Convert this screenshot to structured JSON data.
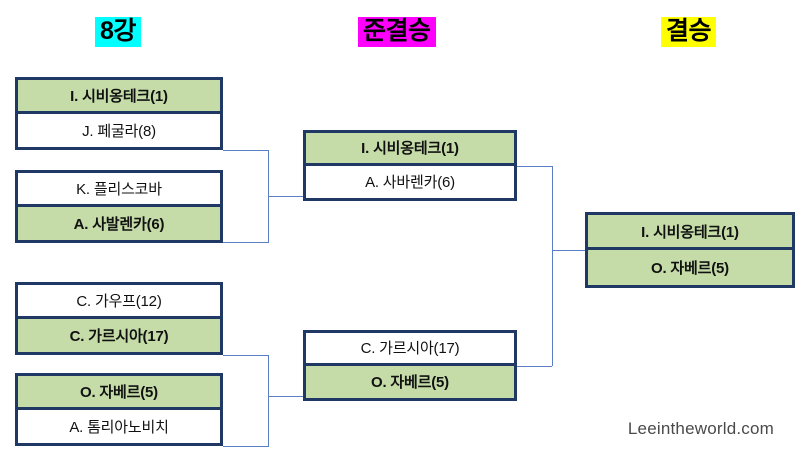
{
  "rounds": {
    "quarterfinal_label": "8강",
    "semifinal_label": "준결승",
    "final_label": "결승"
  },
  "colors": {
    "qf_label_bg": "#00FFFF",
    "sf_label_bg": "#FF00FF",
    "final_label_bg": "#FFFF00",
    "winner_fill": "#C5DCA8",
    "loser_fill": "#FFFFFF",
    "box_border": "#1F3864",
    "connector": "#5B7FC7"
  },
  "quarterfinals": [
    {
      "top": {
        "name": "I. 시비옹테크(1)",
        "winner": true
      },
      "bottom": {
        "name": "J. 페굴라(8)",
        "winner": false
      }
    },
    {
      "top": {
        "name": "K. 플리스코바",
        "winner": false
      },
      "bottom": {
        "name": "A. 사발렌카(6)",
        "winner": true
      }
    },
    {
      "top": {
        "name": "C. 가우프(12)",
        "winner": false
      },
      "bottom": {
        "name": "C. 가르시아(17)",
        "winner": true
      }
    },
    {
      "top": {
        "name": "O. 자베르(5)",
        "winner": true
      },
      "bottom": {
        "name": "A. 톰리아노비치",
        "winner": false
      }
    }
  ],
  "semifinals": [
    {
      "top": {
        "name": "I. 시비옹테크(1)",
        "winner": true
      },
      "bottom": {
        "name": "A. 사바렌카(6)",
        "winner": false
      }
    },
    {
      "top": {
        "name": "C. 가르시아(17)",
        "winner": false
      },
      "bottom": {
        "name": "O. 자베르(5)",
        "winner": true
      }
    }
  ],
  "final": {
    "top": {
      "name": "I. 시비옹테크(1)",
      "winner": true
    },
    "bottom": {
      "name": "O. 자베르(5)",
      "winner": true
    }
  },
  "watermark": "Leeintheworld.com"
}
